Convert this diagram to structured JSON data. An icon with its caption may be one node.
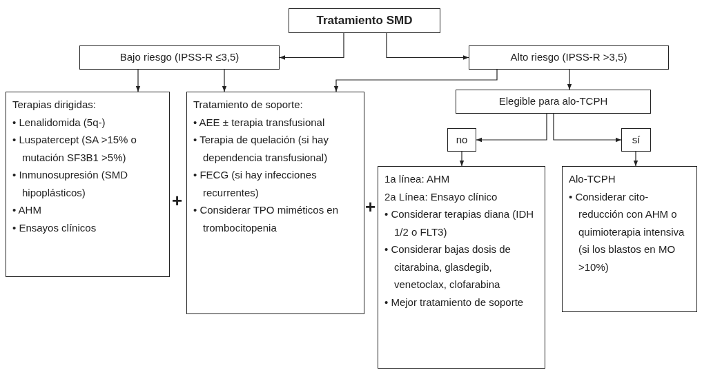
{
  "diagram": {
    "nodes": [
      {
        "text": [
          "Tratamiento SMD"
        ]
      },
      {
        "text": [
          "Bajo riesgo (IPSS-R ≤3,5)"
        ]
      },
      {
        "text": [
          "Alto riesgo (IPSS-R >3,5)"
        ]
      },
      {
        "text": [
          "Terapias dirigidas:",
          "• Lenalidomida (5q-)",
          "• Luspatercept (SA >15% o mutación SF3B1 >5%)",
          "• Inmunosupresión (SMD hipoplásticos)",
          "• AHM",
          "• Ensayos clínicos"
        ]
      },
      {
        "text": [
          "Tratamiento de soporte:",
          "• AEE ± terapia transfusional",
          "• Terapia de quelación (si hay dependencia transfusional)",
          "• FECG (si hay infecciones recurrentes)",
          "• Considerar TPO miméticos en trombocitopenia"
        ]
      },
      {
        "text": [
          "Elegible para alo-TCPH"
        ]
      },
      {
        "text": [
          "no"
        ]
      },
      {
        "text": [
          "sí"
        ]
      },
      {
        "text": [
          "1a línea: AHM",
          "2a Línea: Ensayo clínico",
          "• Considerar terapias diana (IDH 1/2 o FLT3)",
          "• Considerar bajas dosis de citarabina, glasdegib, venetoclax, clofarabina",
          "• Mejor tratamiento de soporte"
        ]
      },
      {
        "text": [
          "Alo-TCPH",
          "• Considerar cito-reducción con AHM o quimioterapia intensiva (si los blastos en MO >10%)"
        ]
      }
    ],
    "edges": [
      {
        "from": 0,
        "to": 1,
        "arrow": "to"
      },
      {
        "from": 0,
        "to": 2,
        "arrow": "to"
      },
      {
        "from": 1,
        "to": 3,
        "arrow": "to"
      },
      {
        "from": 1,
        "to": 4,
        "arrow": "to"
      },
      {
        "from": 2,
        "to": 4,
        "arrow": "to"
      },
      {
        "from": 2,
        "to": 5,
        "arrow": "to"
      },
      {
        "from": 5,
        "to": 6,
        "arrow": "to"
      },
      {
        "from": 5,
        "to": 7,
        "arrow": "to"
      },
      {
        "from": 6,
        "to": 8,
        "arrow": "to"
      },
      {
        "from": 7,
        "to": 9,
        "arrow": "to"
      }
    ],
    "labels": [
      "+",
      "+"
    ]
  }
}
